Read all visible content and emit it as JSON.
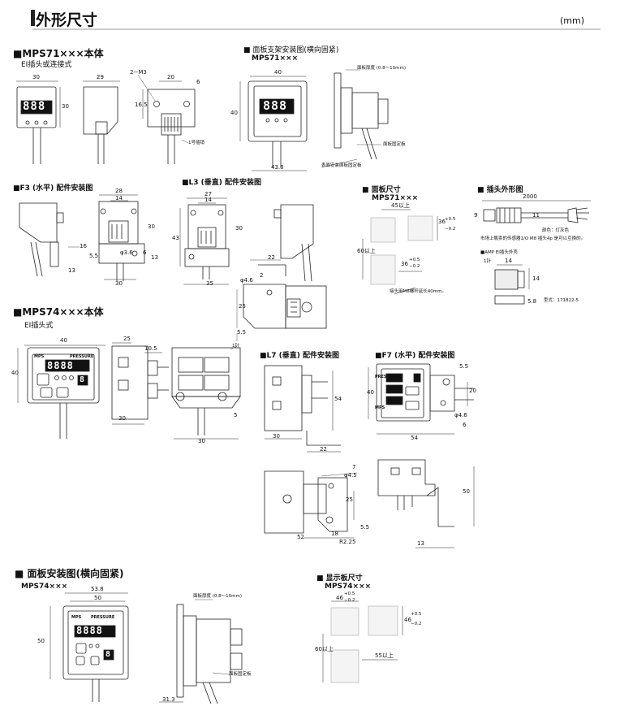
{
  "page": {
    "title": "外形尺寸",
    "unit": "(mm)"
  },
  "sections": {
    "mps71_body": {
      "title": "■MPS71×××本体",
      "subtitle": "EI插头或连接式"
    },
    "mps71_panel_bracket": {
      "title": "■ 面板支架安装图(横向固紧)",
      "model": "MPS71×××"
    },
    "f3": {
      "title": "■F3 (水平) 配件安装图"
    },
    "l3": {
      "title": "■L3 (垂直) 配件安装图"
    },
    "panel_cutout_71": {
      "title": "■ 面板尺寸",
      "model": "MPS71×××"
    },
    "plug_outline": {
      "title": "■ 插头外形图"
    },
    "amp_plug": {
      "title": "■AMP  EI插头外壳"
    },
    "mps74_body": {
      "title": "■MPS74×××本体",
      "subtitle": "EI插头式"
    },
    "l7": {
      "title": "■L7 (垂直) 配件安装图"
    },
    "f7": {
      "title": "■F7 (水平) 配件安装图"
    },
    "mps74_panel": {
      "title": "■ 面板安装图(横向固紧)",
      "model": "MPS74×××"
    },
    "cutout_74": {
      "title": "■ 显示板尺寸",
      "model": "MPS74×××"
    }
  },
  "display": {
    "digits3": "888",
    "digits4": "8888",
    "digit1": "8",
    "brand": "MPS",
    "pressure": "PRESSURE"
  },
  "dims": {
    "d30": "30",
    "d29": "29",
    "d20": "20",
    "m3": "2−M3",
    "d165": "16.5",
    "d6": "6",
    "pin1": "1号插销",
    "d40": "40",
    "d438": "43.8",
    "panel_thk": "面板厚度 (0.8～10mm)",
    "panel_fix": "面板固定板",
    "bracket_fix": "表面安装面板固定板",
    "d28": "28",
    "d14": "14",
    "d16": "16",
    "d13": "13",
    "d55": "5.5",
    "phi36": "φ3.6",
    "d27": "27",
    "d43": "43",
    "d35": "35",
    "d22": "22",
    "phi46": "φ4.6",
    "d25": "25",
    "d2": "2",
    "over45": "45以上",
    "d36a": "36",
    "tol05": "+0.5",
    "tol02": "−0.2",
    "over60": "60以上",
    "screw_note": "接头用M8螺杆延长40mm。",
    "d2000": "2000",
    "d9": "9",
    "d11": "11",
    "color_note": "颜色：灯灰色",
    "plug_note": "市场上販卖的传感器1/O M8 插头4p 是可以互换的。",
    "amp1": "1针",
    "amp14": "14",
    "amp58": "5.8",
    "model_no": "型式：171822-5",
    "d105": "10.5",
    "d5": "5",
    "d54": "54",
    "d4_6": "φ4.6",
    "d52": "52",
    "d18": "18",
    "r23": "R2.25",
    "d50": "50",
    "d7": "7",
    "phi45": "φ4.5",
    "d538": "53.8",
    "d313": "31.3",
    "d46": "46",
    "over55": "55以上"
  }
}
